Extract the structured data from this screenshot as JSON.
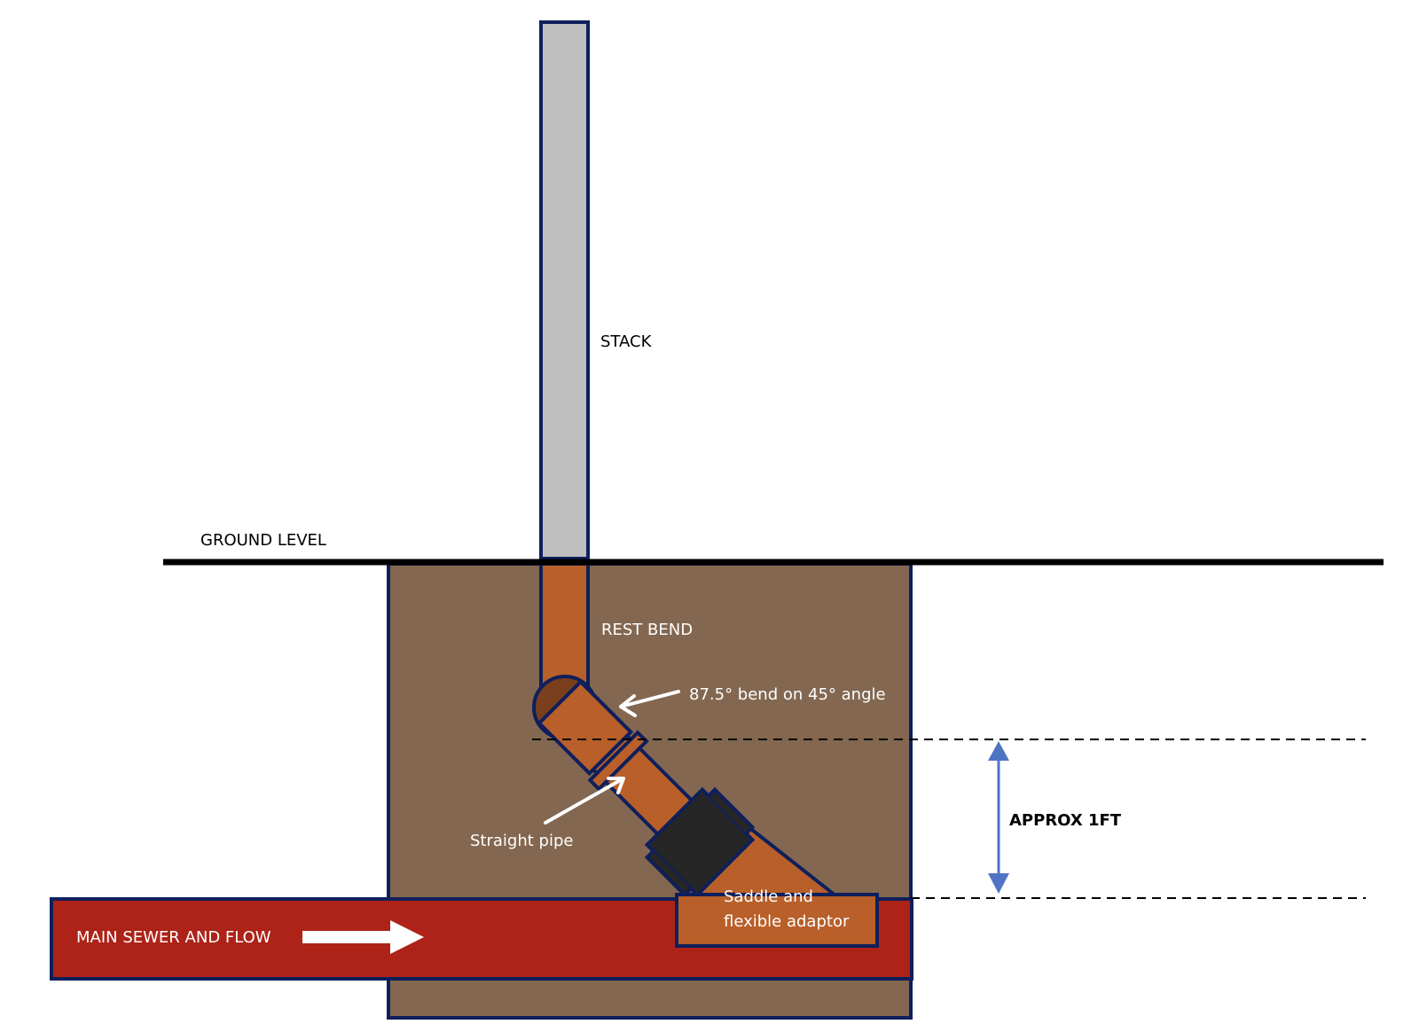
{
  "diagram": {
    "title": "Stack rest bend connection to main sewer",
    "labels": {
      "stack": "STACK",
      "ground_level": "GROUND LEVEL",
      "rest_bend": "REST BEND",
      "bend_note": "87.5° bend on 45° angle",
      "straight_pipe": "Straight pipe",
      "approx_depth": "APPROX 1FT",
      "saddle_line1": "Saddle and",
      "saddle_line2": "flexible adaptor",
      "main_sewer": "MAIN SEWER AND FLOW"
    },
    "colors": {
      "outline": "#0f1f5c",
      "stack_fill": "#bfbfbf",
      "soil_fill": "#836750",
      "clay_pipe": "#b85f2a",
      "bend_shadow": "#7a3f1c",
      "coupling": "#262626",
      "sewer_fill": "#ad2318",
      "dimension_arrow": "#4f74c4",
      "ground_line": "#000000",
      "label_dark": "#000000",
      "label_light": "#ffffff"
    }
  }
}
